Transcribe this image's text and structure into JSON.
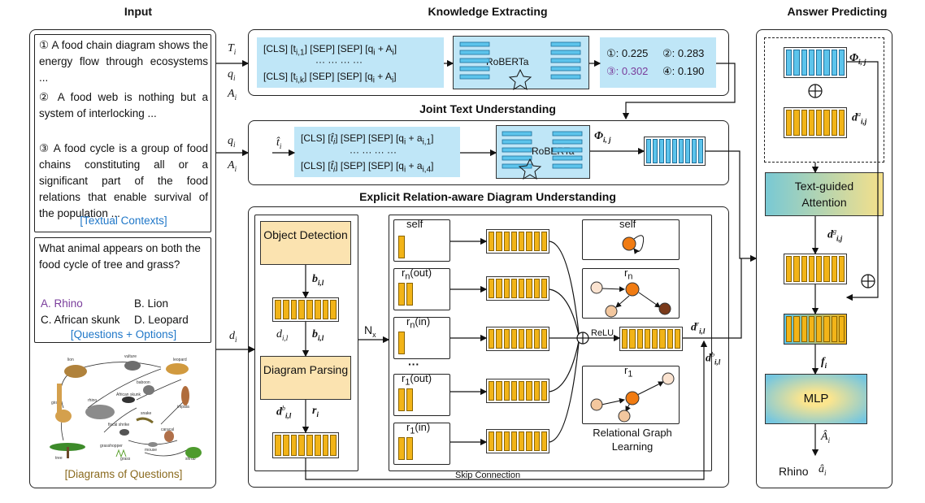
{
  "titles": {
    "input": "Input",
    "knowledge": "Knowledge Extracting",
    "joint": "Joint Text Understanding",
    "explicit": "Explicit Relation-aware Diagram Understanding",
    "answer": "Answer Predicting"
  },
  "input": {
    "context1": "① A food chain diagram shows the energy flow through ecosystems ...",
    "context2": "② A food web is nothing but a system of interlocking ...",
    "context3": "③ A food cycle is a group of food chains constituting all or a significant part of the food relations that enable survival of the population ...",
    "contexts_tag": "[Textual Contexts]",
    "question": "What animal appears on both the food cycle of tree and grass?",
    "options": [
      "A. Rhino",
      "B. Lion",
      "C. African skunk",
      "D. Leopard"
    ],
    "questions_tag": "[Questions + Options]",
    "diagram_tag": "[Diagrams of Questions]",
    "diagram_labels": [
      "lion",
      "vulture",
      "leopard",
      "baboon",
      "African skunk",
      "giraffe",
      "rhino",
      "impala",
      "snake",
      "fiscal shrike",
      "caracal",
      "grasshopper",
      "tree",
      "mouse",
      "shrub",
      "grass"
    ]
  },
  "knowledge": {
    "side_labels": [
      "T",
      "q",
      "A"
    ],
    "row1": "[CLS] [t",
    "row_dots": "··· ··· ··· ···",
    "model": "RoBERTa",
    "scores": [
      "①: 0.225",
      "②: 0.283",
      "③: 0.302",
      "④: 0.190"
    ]
  },
  "joint": {
    "side_labels": [
      "q",
      "A"
    ],
    "t_hat": "t̂",
    "row_dots": "··· ··· ··· ···",
    "model": "RoBERTa",
    "phi": "Φ"
  },
  "explicit": {
    "d_label": "d",
    "object_detection": "Object Detection",
    "diagram_parsing": "Diagram Parsing",
    "b_label": "b",
    "nx": "N",
    "relations": [
      "self",
      "r(out)",
      "r(in)",
      "r(out)",
      "r(in)"
    ],
    "rel_labels": [
      "self",
      "r",
      "r"
    ],
    "dots": "···",
    "relu": "ReLU",
    "rgl": "Relational Graph Learning",
    "skip": "Skip Connection"
  },
  "answer": {
    "attention": "Text-guided Attention",
    "mlp": "MLP",
    "result": "Rhino"
  },
  "colors": {
    "cyan": "#bfe6f7",
    "tan": "#fbe3b0",
    "gold": "#f2b418",
    "purple": "#7a3d9b",
    "blue": "#1f77c8",
    "olive": "#8a6a1e"
  }
}
